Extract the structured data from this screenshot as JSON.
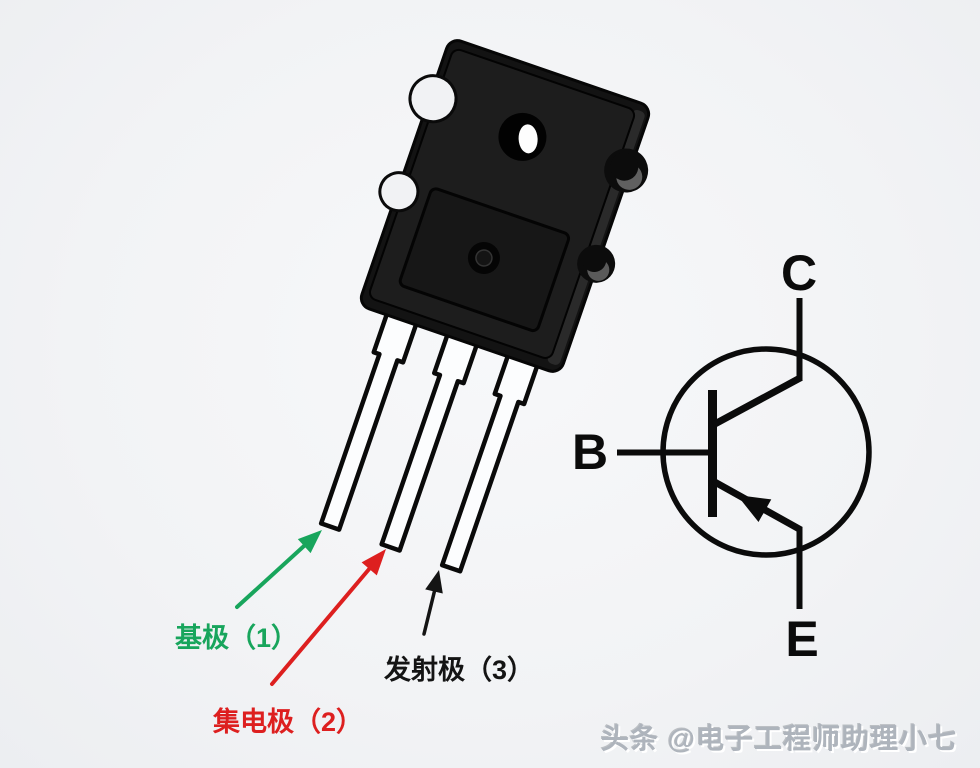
{
  "diagram": {
    "background": "#f2f3f5",
    "pin_labels": {
      "pin1": {
        "text": "基极（1）",
        "color": "#18a55c"
      },
      "pin2": {
        "text": "集电极（2）",
        "color": "#dd1f1f"
      },
      "pin3": {
        "text": "发射极（3）",
        "color": "#141414"
      }
    },
    "schematic_terminals": {
      "collector": "C",
      "base": "B",
      "emitter": "E"
    },
    "watermark": {
      "text": "头条 @电子工程师助理小七",
      "color": "#aeb4bc"
    }
  }
}
